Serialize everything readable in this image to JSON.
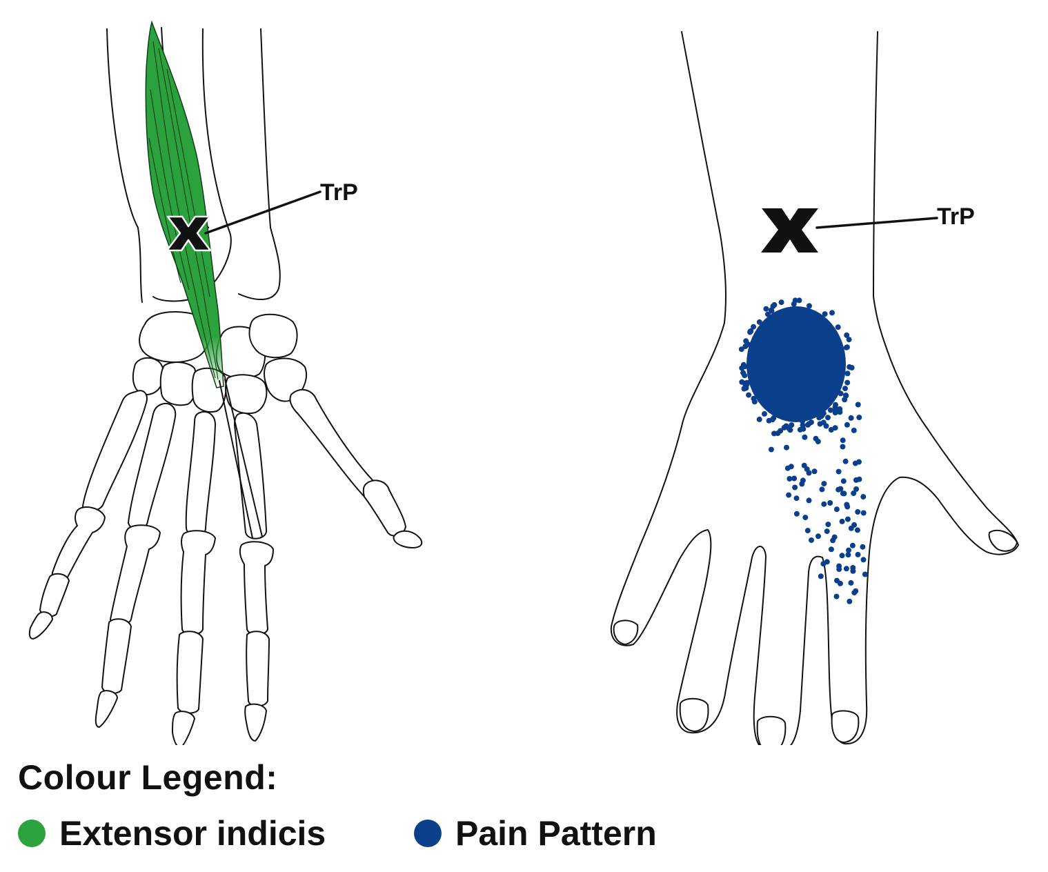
{
  "left_panel": {
    "trp_label": "TrP",
    "trp_marker": "x-marker"
  },
  "right_panel": {
    "trp_label": "TrP",
    "trp_marker": "x-marker"
  },
  "legend": {
    "title": "Colour Legend:",
    "items": [
      {
        "label": "Extensor indicis",
        "color": "#2ba23d"
      },
      {
        "label": "Pain Pattern",
        "color": "#0b3f8c"
      }
    ]
  },
  "colors": {
    "muscle": "#2ba23d",
    "pain": "#0b3f8c",
    "outline": "#111111"
  }
}
